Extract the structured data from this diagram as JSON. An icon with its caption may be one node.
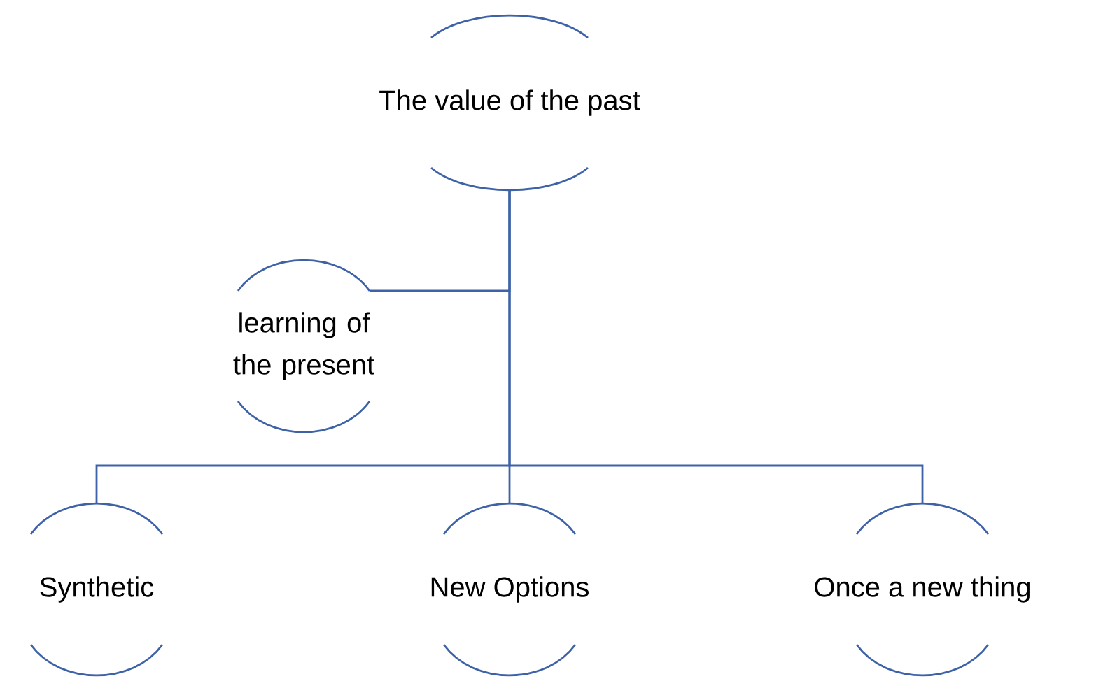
{
  "diagram": {
    "nodes": [
      {
        "text": [
          "The value of the past"
        ]
      },
      {
        "text": [
          "learning of the present"
        ]
      },
      {
        "text": [
          "Synthetic"
        ]
      },
      {
        "text": [
          "New Options"
        ]
      },
      {
        "text": [
          "Once a new thing"
        ]
      }
    ],
    "edges": [
      {
        "from": 0,
        "to": 1,
        "arrow": "none"
      },
      {
        "from": 0,
        "to": 2,
        "arrow": "none"
      },
      {
        "from": 0,
        "to": 3,
        "arrow": "none"
      },
      {
        "from": 0,
        "to": 4,
        "arrow": "none"
      }
    ]
  }
}
